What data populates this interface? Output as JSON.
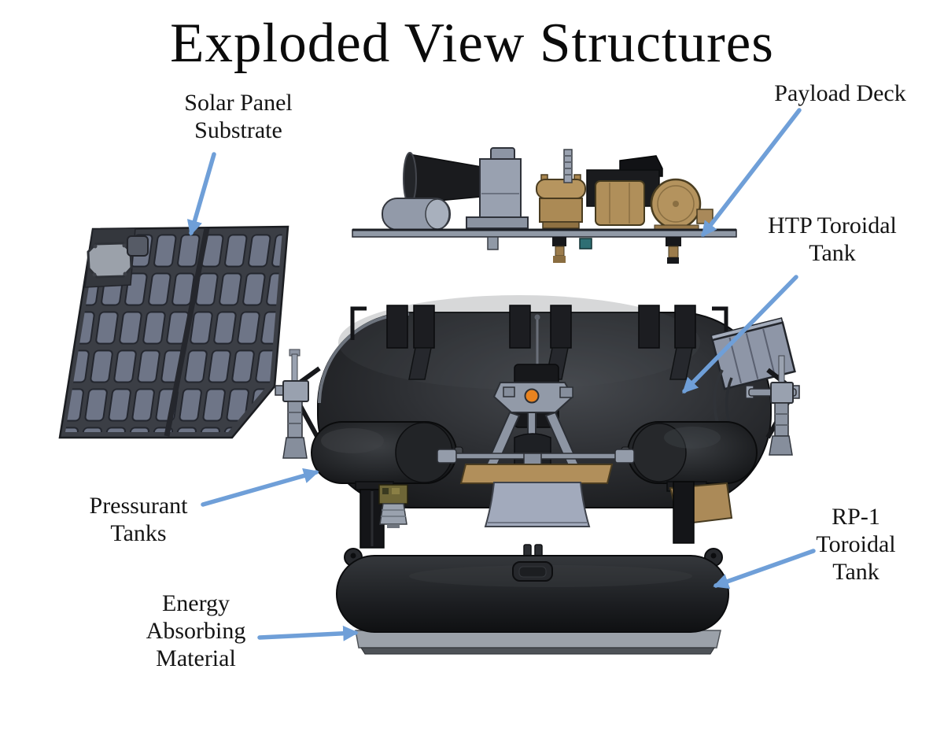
{
  "slide": {
    "title": "Exploded View Structures"
  },
  "colors": {
    "background": "#ffffff",
    "arrow": "#6f9fd8",
    "label_text": "#141414",
    "tank_dark": "#1b1d20",
    "structure_tan": "#b09060",
    "metal_gray": "#99a1b0",
    "energy_material_gray": "#9ba1a9"
  },
  "labels": {
    "solar_panel_substrate": {
      "lines": [
        "Solar Panel",
        "Substrate"
      ]
    },
    "payload_deck": {
      "lines": [
        "Payload Deck"
      ]
    },
    "htp_toroidal_tank": {
      "lines": [
        "HTP Toroidal",
        "Tank"
      ]
    },
    "pressurant_tanks": {
      "lines": [
        "Pressurant",
        "Tanks"
      ]
    },
    "rp1_toroidal_tank": {
      "lines": [
        "RP-1",
        "Toroidal",
        "Tank"
      ]
    },
    "energy_absorbing_material": {
      "lines": [
        "Energy",
        "Absorbing",
        "Material"
      ]
    }
  }
}
